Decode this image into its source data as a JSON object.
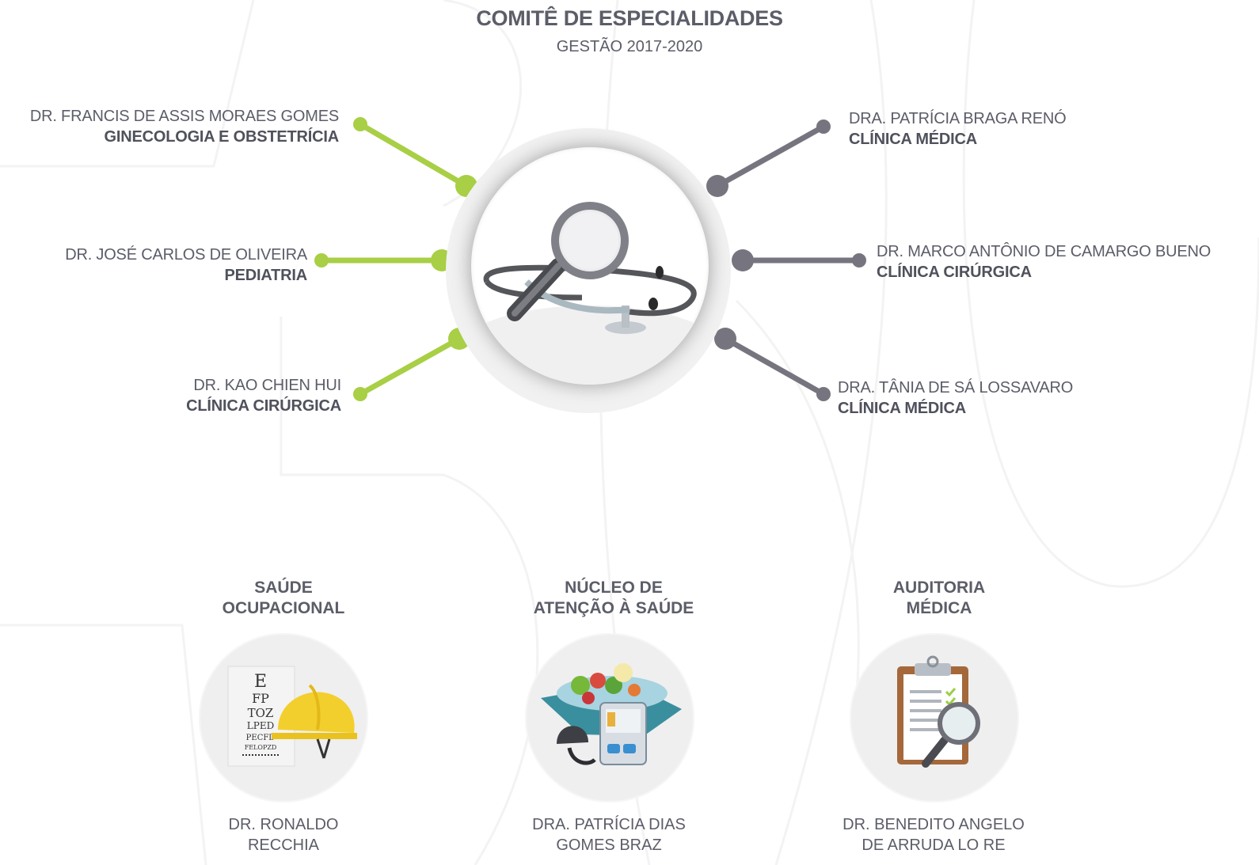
{
  "header": {
    "title": "COMITÊ DE ESPECIALIDADES",
    "subtitle": "GESTÃO 2017-2020"
  },
  "colors": {
    "left_connector": "#a8cf45",
    "right_connector": "#76757f",
    "text": "#5b5d68",
    "hub_ring": "#f1f1f2"
  },
  "committee": {
    "hub_icon": "magnifier-stethoscope-icon",
    "left_members": [
      {
        "name": "DR. FRANCIS DE ASSIS MORAES GOMES",
        "specialty": "GINECOLOGIA E OBSTETRÍCIA"
      },
      {
        "name": "DR. JOSÉ CARLOS DE OLIVEIRA",
        "specialty": "PEDIATRIA"
      },
      {
        "name": "DR. KAO CHIEN HUI",
        "specialty": "CLÍNICA CIRÚRGICA"
      }
    ],
    "right_members": [
      {
        "name": "DRA. PATRÍCIA BRAGA RENÓ",
        "specialty": "CLÍNICA MÉDICA"
      },
      {
        "name": "DR. MARCO ANTÔNIO DE CAMARGO BUENO",
        "specialty": "CLÍNICA CIRÚRGICA"
      },
      {
        "name": "DRA. TÂNIA DE SÁ LOSSAVARO",
        "specialty": "CLÍNICA MÉDICA"
      }
    ]
  },
  "services": [
    {
      "title_line1": "SAÚDE",
      "title_line2": "OCUPACIONAL",
      "icon": "eye-chart-helmet-icon",
      "person_line1": "DR. RONALDO",
      "person_line2": "RECCHIA"
    },
    {
      "title_line1": "NÚCLEO DE",
      "title_line2": "ATENÇÃO À SAÚDE",
      "icon": "food-blood-pressure-icon",
      "person_line1": "DRA. PATRÍCIA DIAS",
      "person_line2": "GOMES BRAZ"
    },
    {
      "title_line1": "AUDITORIA",
      "title_line2": "MÉDICA",
      "icon": "clipboard-magnifier-icon",
      "person_line1": "DR. BENEDITO ANGELO",
      "person_line2": "DE ARRUDA LO RE"
    }
  ],
  "eye_chart": {
    "rows": [
      "E",
      "FP",
      "TOZ",
      "LPED",
      "PECFD",
      "FELOPZD"
    ]
  }
}
